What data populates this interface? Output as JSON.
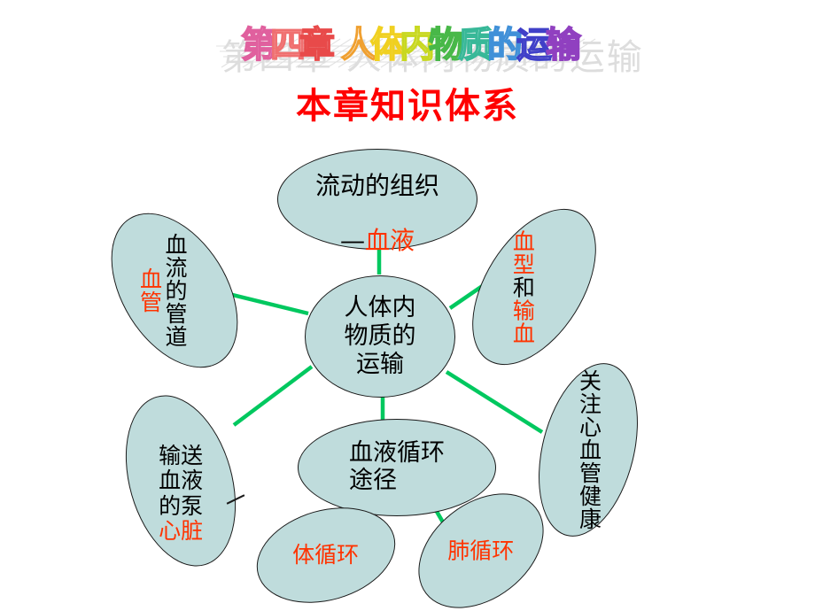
{
  "page": {
    "background": "#ffffff",
    "node_fill": "#BFDCDC",
    "node_stroke": "#1a1a1a",
    "connector_color": "#00C85F",
    "accent_red": "#FF3300",
    "heading_color": "#FF0000"
  },
  "title": {
    "text": "第四章 人体内物质的运输",
    "style": "wordart-rainbow-perspective",
    "chars": [
      {
        "ch": "第",
        "color": "#E0609E"
      },
      {
        "ch": "四",
        "color": "#F07070"
      },
      {
        "ch": "章",
        "color": "#E84A4A"
      },
      {
        "ch": "人",
        "color": "#F0A030"
      },
      {
        "ch": "体",
        "color": "#F0D020"
      },
      {
        "ch": "内",
        "color": "#C8D820"
      },
      {
        "ch": "物",
        "color": "#48B848"
      },
      {
        "ch": "质",
        "color": "#38B898"
      },
      {
        "ch": "的",
        "color": "#4090D8"
      },
      {
        "ch": "运",
        "color": "#4040C8"
      },
      {
        "ch": "输",
        "color": "#9040C0"
      }
    ]
  },
  "heading": {
    "text": "本章知识体系"
  },
  "nodes": {
    "center": {
      "label": "人体内\n物质的\n运输",
      "color": "black"
    },
    "blood": {
      "line1": "流动的组织",
      "dash": "—",
      "line2_red": "血液"
    },
    "blood_type": {
      "part1_red": "血型",
      "part2_black": "和",
      "part3_red": "输血",
      "full": "血型和输血"
    },
    "heart_health": {
      "label": "关注心血管健康",
      "color": "black"
    },
    "vessel": {
      "black_column": "血流的管道",
      "red_column": "血管",
      "full": "血流的管道—血管"
    },
    "pump": {
      "black_text": "输送\n血液\n的泵",
      "red_text": "心脏",
      "full": "输送血液的泵—心脏"
    },
    "circulation": {
      "label": "血液循环\n途径",
      "color": "black"
    },
    "systemic": {
      "label": "体循环",
      "color": "red"
    },
    "pulmonary": {
      "label": "肺循环",
      "color": "red"
    }
  },
  "connectors": [
    {
      "from": "center",
      "to": "blood"
    },
    {
      "from": "center",
      "to": "blood_type"
    },
    {
      "from": "center",
      "to": "heart_health"
    },
    {
      "from": "center",
      "to": "vessel"
    },
    {
      "from": "center",
      "to": "pump"
    },
    {
      "from": "center",
      "to": "circulation"
    },
    {
      "from": "circulation",
      "to": "systemic"
    },
    {
      "from": "circulation",
      "to": "pulmonary"
    }
  ]
}
